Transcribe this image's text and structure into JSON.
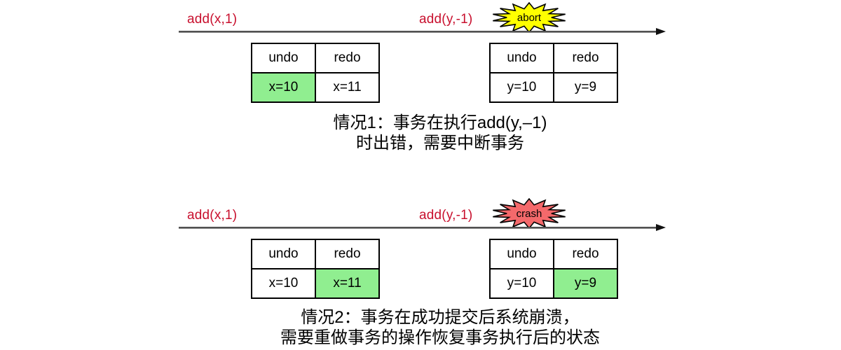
{
  "colors": {
    "operation_label": "#c8102e",
    "highlight": "#90ee90",
    "abort_fill": "#ffff00",
    "crash_fill": "#f4696b",
    "table_border": "#000000",
    "arrow": "#222222"
  },
  "scenarios": [
    {
      "operations": [
        "add(x,1)",
        "add(y,-1)"
      ],
      "burst": {
        "label": "abort",
        "fill": "#ffff00"
      },
      "tables": [
        {
          "headers": [
            "undo",
            "redo"
          ],
          "cells": [
            {
              "text": "x=10",
              "bg": "#90ee90"
            },
            {
              "text": "x=11",
              "bg": "#ffffff"
            }
          ]
        },
        {
          "headers": [
            "undo",
            "redo"
          ],
          "cells": [
            {
              "text": "y=10",
              "bg": "#ffffff"
            },
            {
              "text": "y=9",
              "bg": "#ffffff"
            }
          ]
        }
      ],
      "caption": [
        "情况1：事务在执行add(y,–1)",
        "时出错，需要中断事务"
      ]
    },
    {
      "operations": [
        "add(x,1)",
        "add(y,-1)"
      ],
      "burst": {
        "label": "crash",
        "fill": "#f4696b"
      },
      "tables": [
        {
          "headers": [
            "undo",
            "redo"
          ],
          "cells": [
            {
              "text": "x=10",
              "bg": "#ffffff"
            },
            {
              "text": "x=11",
              "bg": "#90ee90"
            }
          ]
        },
        {
          "headers": [
            "undo",
            "redo"
          ],
          "cells": [
            {
              "text": "y=10",
              "bg": "#ffffff"
            },
            {
              "text": "y=9",
              "bg": "#90ee90"
            }
          ]
        }
      ],
      "caption": [
        "情况2：事务在成功提交后系统崩溃，",
        "需要重做事务的操作恢复事务执行后的状态"
      ]
    }
  ]
}
